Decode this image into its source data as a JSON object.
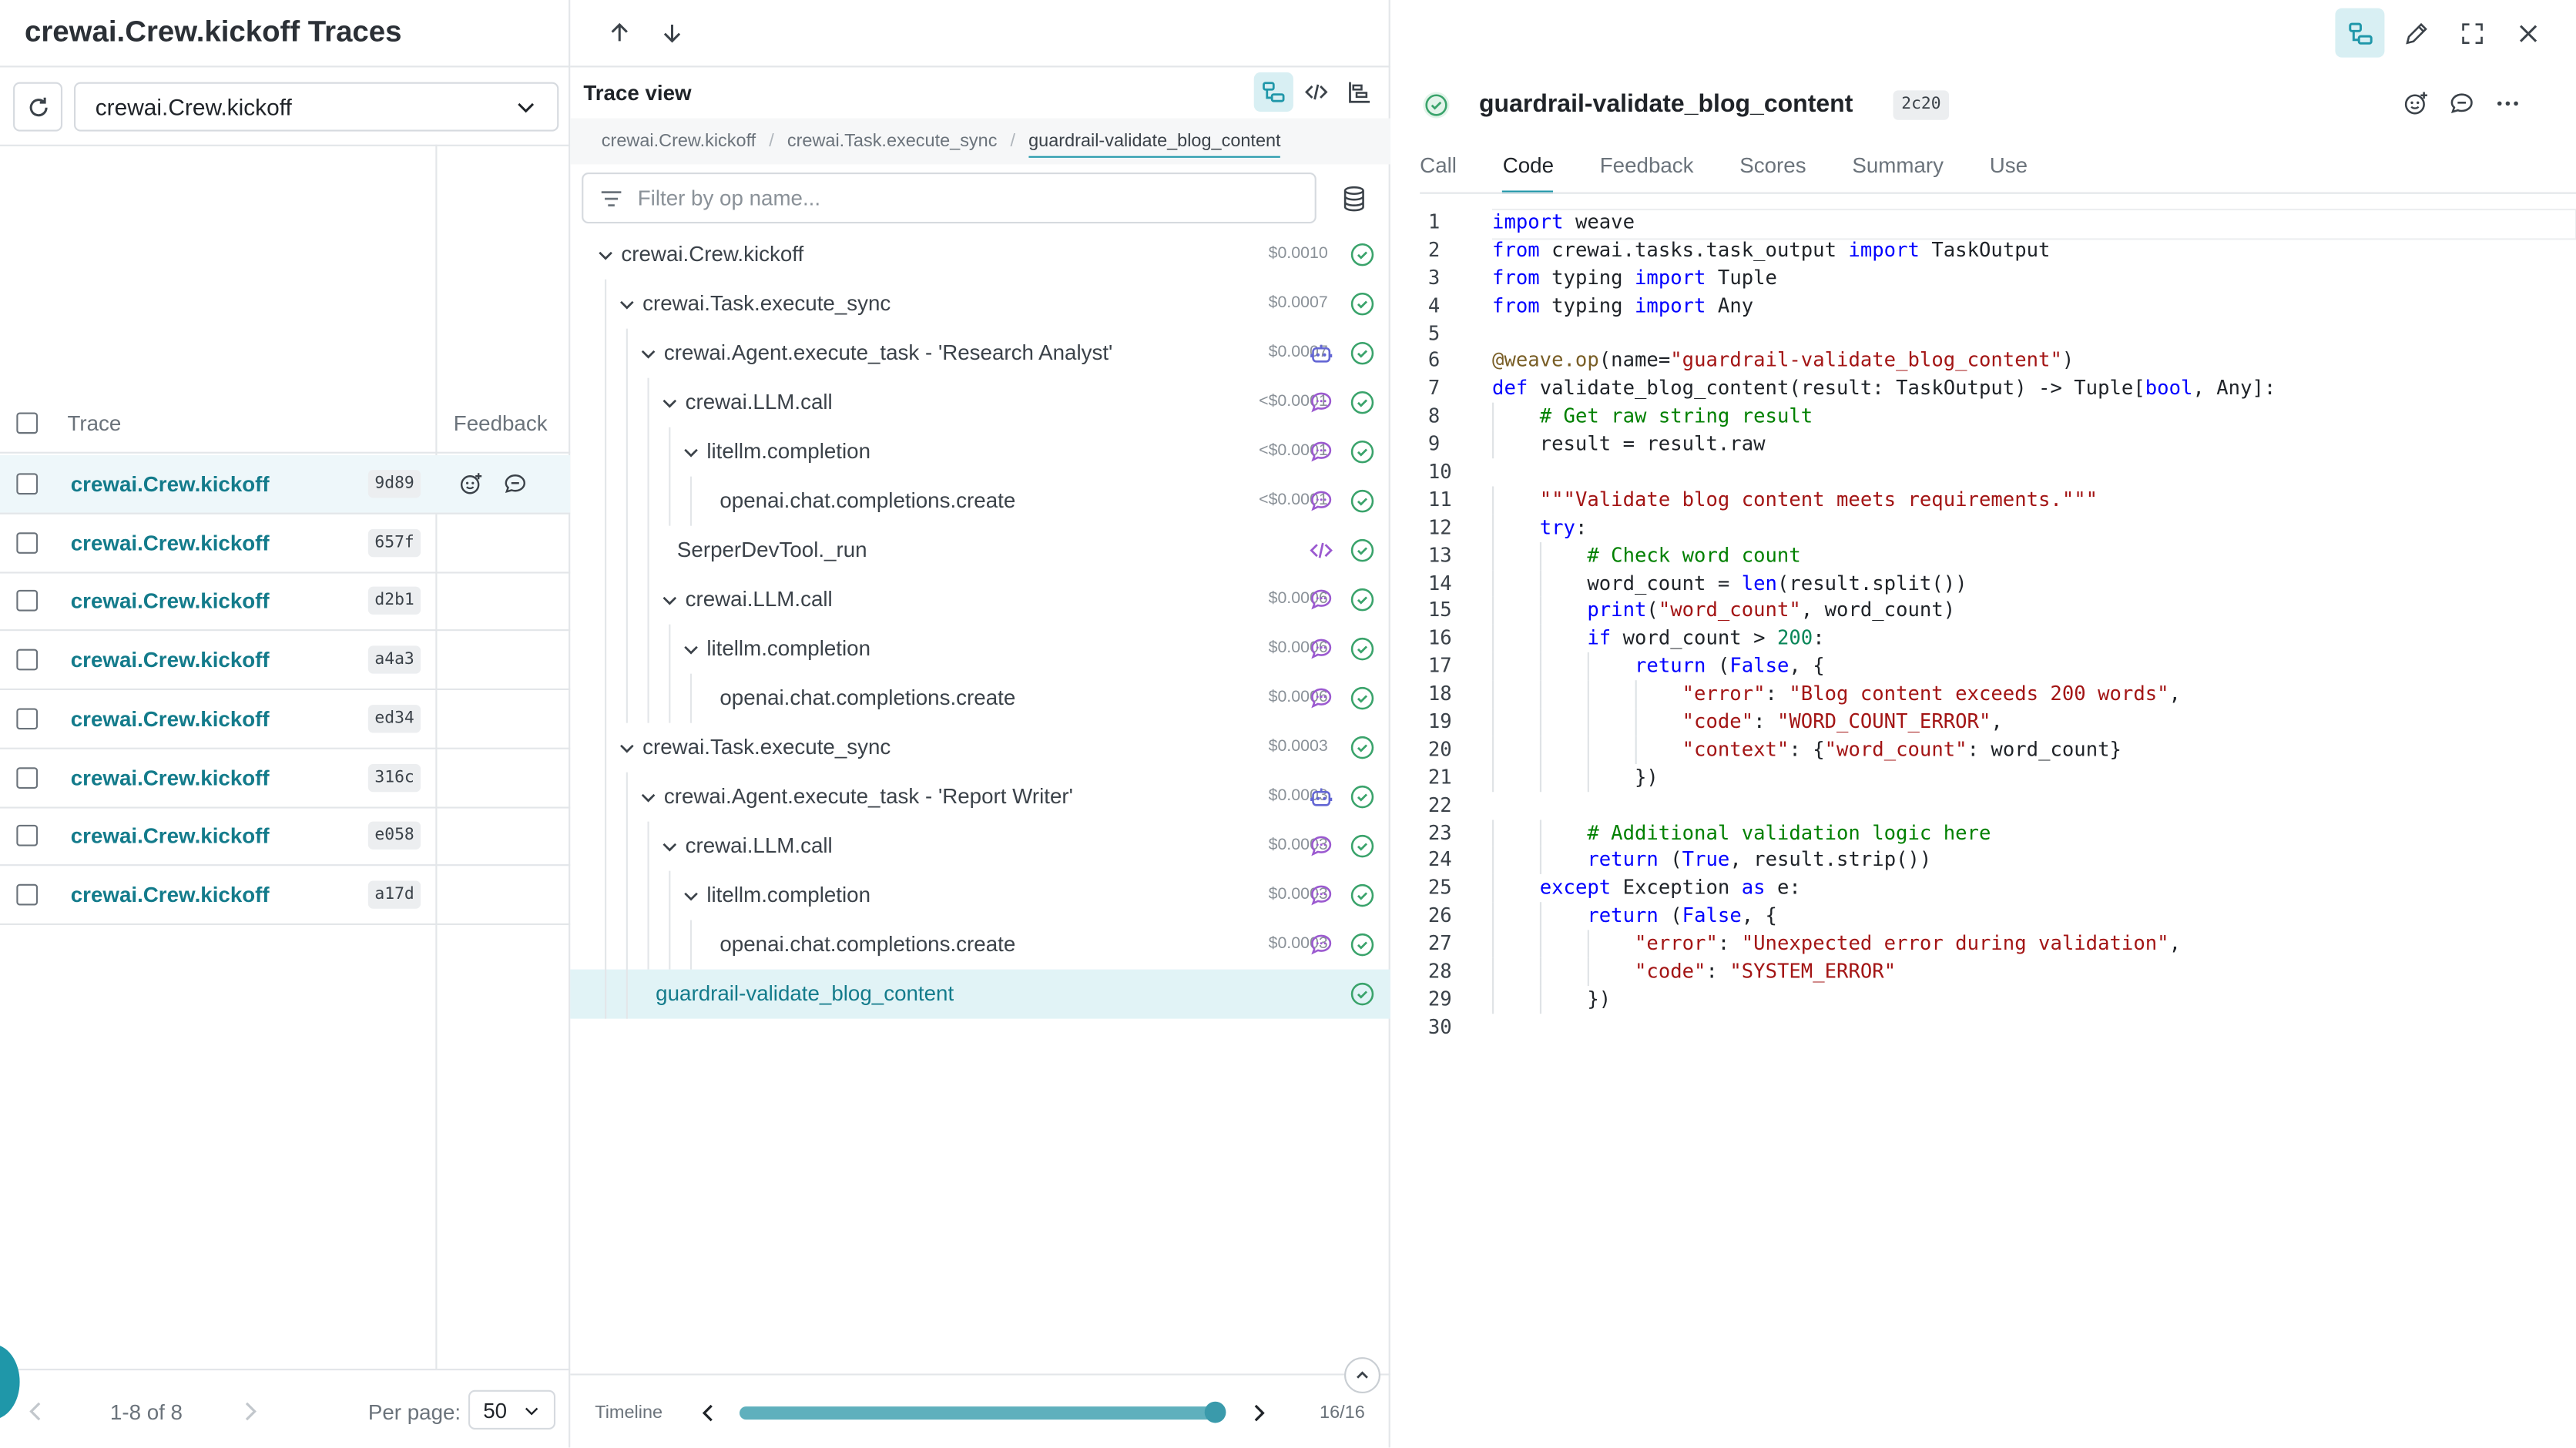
{
  "left_panel": {
    "title": "crewai.Crew.kickoff Traces",
    "select_value": "crewai.Crew.kickoff",
    "columns": {
      "trace": "Trace",
      "feedback": "Feedback"
    },
    "rows": [
      {
        "name": "crewai.Crew.kickoff",
        "id": "9d89",
        "selected": true
      },
      {
        "name": "crewai.Crew.kickoff",
        "id": "657f"
      },
      {
        "name": "crewai.Crew.kickoff",
        "id": "d2b1"
      },
      {
        "name": "crewai.Crew.kickoff",
        "id": "a4a3"
      },
      {
        "name": "crewai.Crew.kickoff",
        "id": "ed34"
      },
      {
        "name": "crewai.Crew.kickoff",
        "id": "316c"
      },
      {
        "name": "crewai.Crew.kickoff",
        "id": "e058"
      },
      {
        "name": "crewai.Crew.kickoff",
        "id": "a17d"
      }
    ],
    "pagination": {
      "range": "1-8 of 8",
      "per_page_label": "Per page:",
      "per_page_value": "50"
    }
  },
  "trace_view": {
    "title": "Trace view",
    "breadcrumbs": [
      "crewai.Crew.kickoff",
      "crewai.Task.execute_sync",
      "guardrail-validate_blog_content"
    ],
    "filter_placeholder": "Filter by op name...",
    "nodes": [
      {
        "label": "crewai.Crew.kickoff",
        "cost": "$0.0010",
        "depth": 0,
        "chevron": true,
        "kind": ""
      },
      {
        "label": "crewai.Task.execute_sync",
        "cost": "$0.0007",
        "depth": 1,
        "chevron": true,
        "kind": ""
      },
      {
        "label": "crewai.Agent.execute_task - 'Research Analyst'",
        "cost": "$0.0007",
        "depth": 2,
        "chevron": true,
        "kind": "robot"
      },
      {
        "label": "crewai.LLM.call",
        "cost": "<$0.0001",
        "depth": 3,
        "chevron": true,
        "kind": "chat"
      },
      {
        "label": "litellm.completion",
        "cost": "<$0.0001",
        "depth": 4,
        "chevron": true,
        "kind": "chat"
      },
      {
        "label": "openai.chat.completions.create",
        "cost": "<$0.0001",
        "depth": 5,
        "chevron": false,
        "kind": "chat"
      },
      {
        "label": "SerperDevTool._run",
        "cost": "",
        "depth": 3,
        "chevron": false,
        "kind": "code"
      },
      {
        "label": "crewai.LLM.call",
        "cost": "$0.0006",
        "depth": 3,
        "chevron": true,
        "kind": "chat"
      },
      {
        "label": "litellm.completion",
        "cost": "$0.0006",
        "depth": 4,
        "chevron": true,
        "kind": "chat"
      },
      {
        "label": "openai.chat.completions.create",
        "cost": "$0.0006",
        "depth": 5,
        "chevron": false,
        "kind": "chat"
      },
      {
        "label": "crewai.Task.execute_sync",
        "cost": "$0.0003",
        "depth": 1,
        "chevron": true,
        "kind": ""
      },
      {
        "label": "crewai.Agent.execute_task - 'Report Writer'",
        "cost": "$0.0003",
        "depth": 2,
        "chevron": true,
        "kind": "robot"
      },
      {
        "label": "crewai.LLM.call",
        "cost": "$0.0003",
        "depth": 3,
        "chevron": true,
        "kind": "chat"
      },
      {
        "label": "litellm.completion",
        "cost": "$0.0003",
        "depth": 4,
        "chevron": true,
        "kind": "chat"
      },
      {
        "label": "openai.chat.completions.create",
        "cost": "$0.0003",
        "depth": 5,
        "chevron": false,
        "kind": "chat"
      },
      {
        "label": "guardrail-validate_blog_content",
        "cost": "",
        "depth": 2,
        "chevron": false,
        "kind": "",
        "selected": true
      }
    ],
    "timeline": {
      "label": "Timeline",
      "count": "16/16",
      "progress": 1.0
    }
  },
  "call_detail": {
    "name": "guardrail-validate_blog_content",
    "id": "2c20",
    "tabs": [
      "Call",
      "Code",
      "Feedback",
      "Scores",
      "Summary",
      "Use"
    ],
    "active_tab": "Code",
    "code_lines": [
      "import weave",
      "from crewai.tasks.task_output import TaskOutput",
      "from typing import Tuple",
      "from typing import Any",
      "",
      "@weave.op(name=\"guardrail-validate_blog_content\")",
      "def validate_blog_content(result: TaskOutput) -> Tuple[bool, Any]:",
      "    # Get raw string result",
      "    result = result.raw",
      "",
      "    \"\"\"Validate blog content meets requirements.\"\"\"",
      "    try:",
      "        # Check word count",
      "        word_count = len(result.split())",
      "        print(\"word_count\", word_count)",
      "        if word_count > 200:",
      "            return (False, {",
      "                \"error\": \"Blog content exceeds 200 words\",",
      "                \"code\": \"WORD_COUNT_ERROR\",",
      "                \"context\": {\"word_count\": word_count}",
      "            })",
      "",
      "        # Additional validation logic here",
      "        return (True, result.strip())",
      "    except Exception as e:",
      "        return (False, {",
      "            \"error\": \"Unexpected error during validation\",",
      "            \"code\": \"SYSTEM_ERROR\"",
      "        })",
      ""
    ]
  },
  "colors": {
    "accent": "#1f97a9",
    "link": "#137b8b",
    "success": "#3aa36b",
    "llm": "#9b59d0"
  }
}
